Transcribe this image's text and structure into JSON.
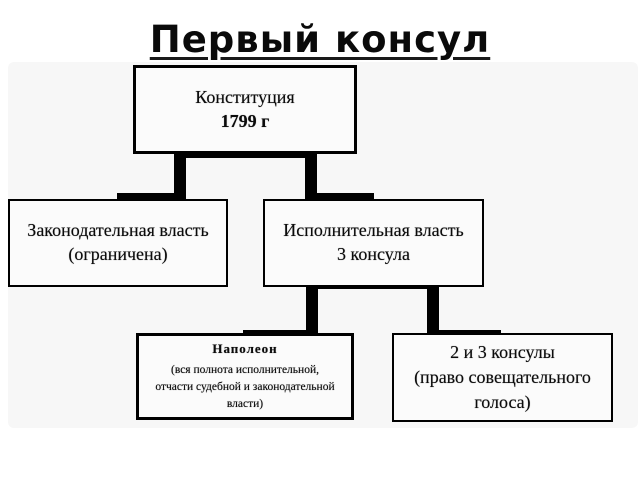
{
  "title": {
    "text": "Первый консул"
  },
  "colors": {
    "ink": "#000000",
    "slide_background": "#f7f7f7",
    "page_background": "#ffffff"
  },
  "diagram": {
    "type": "flowchart",
    "boxes": {
      "constitution": {
        "line1": "Конституция",
        "line2": "1799 г"
      },
      "legislative": {
        "line1": "Законодательная власть",
        "line2": "(ограничена)"
      },
      "executive": {
        "line1": "Исполнительная власть",
        "line2": "3 консула"
      },
      "napoleon": {
        "heading": "Наполеон",
        "line1": "(вся полнота исполнительной,",
        "line2": "отчасти судебной и законодательной",
        "line3": "власти)"
      },
      "consuls": {
        "line1": "2 и 3 консулы",
        "line2": "(право совещательного",
        "line3": "голоса)"
      }
    },
    "edges": [
      {
        "from": "constitution",
        "to": "legislative"
      },
      {
        "from": "constitution",
        "to": "executive"
      },
      {
        "from": "executive",
        "to": "napoleon"
      },
      {
        "from": "executive",
        "to": "consuls"
      }
    ]
  }
}
